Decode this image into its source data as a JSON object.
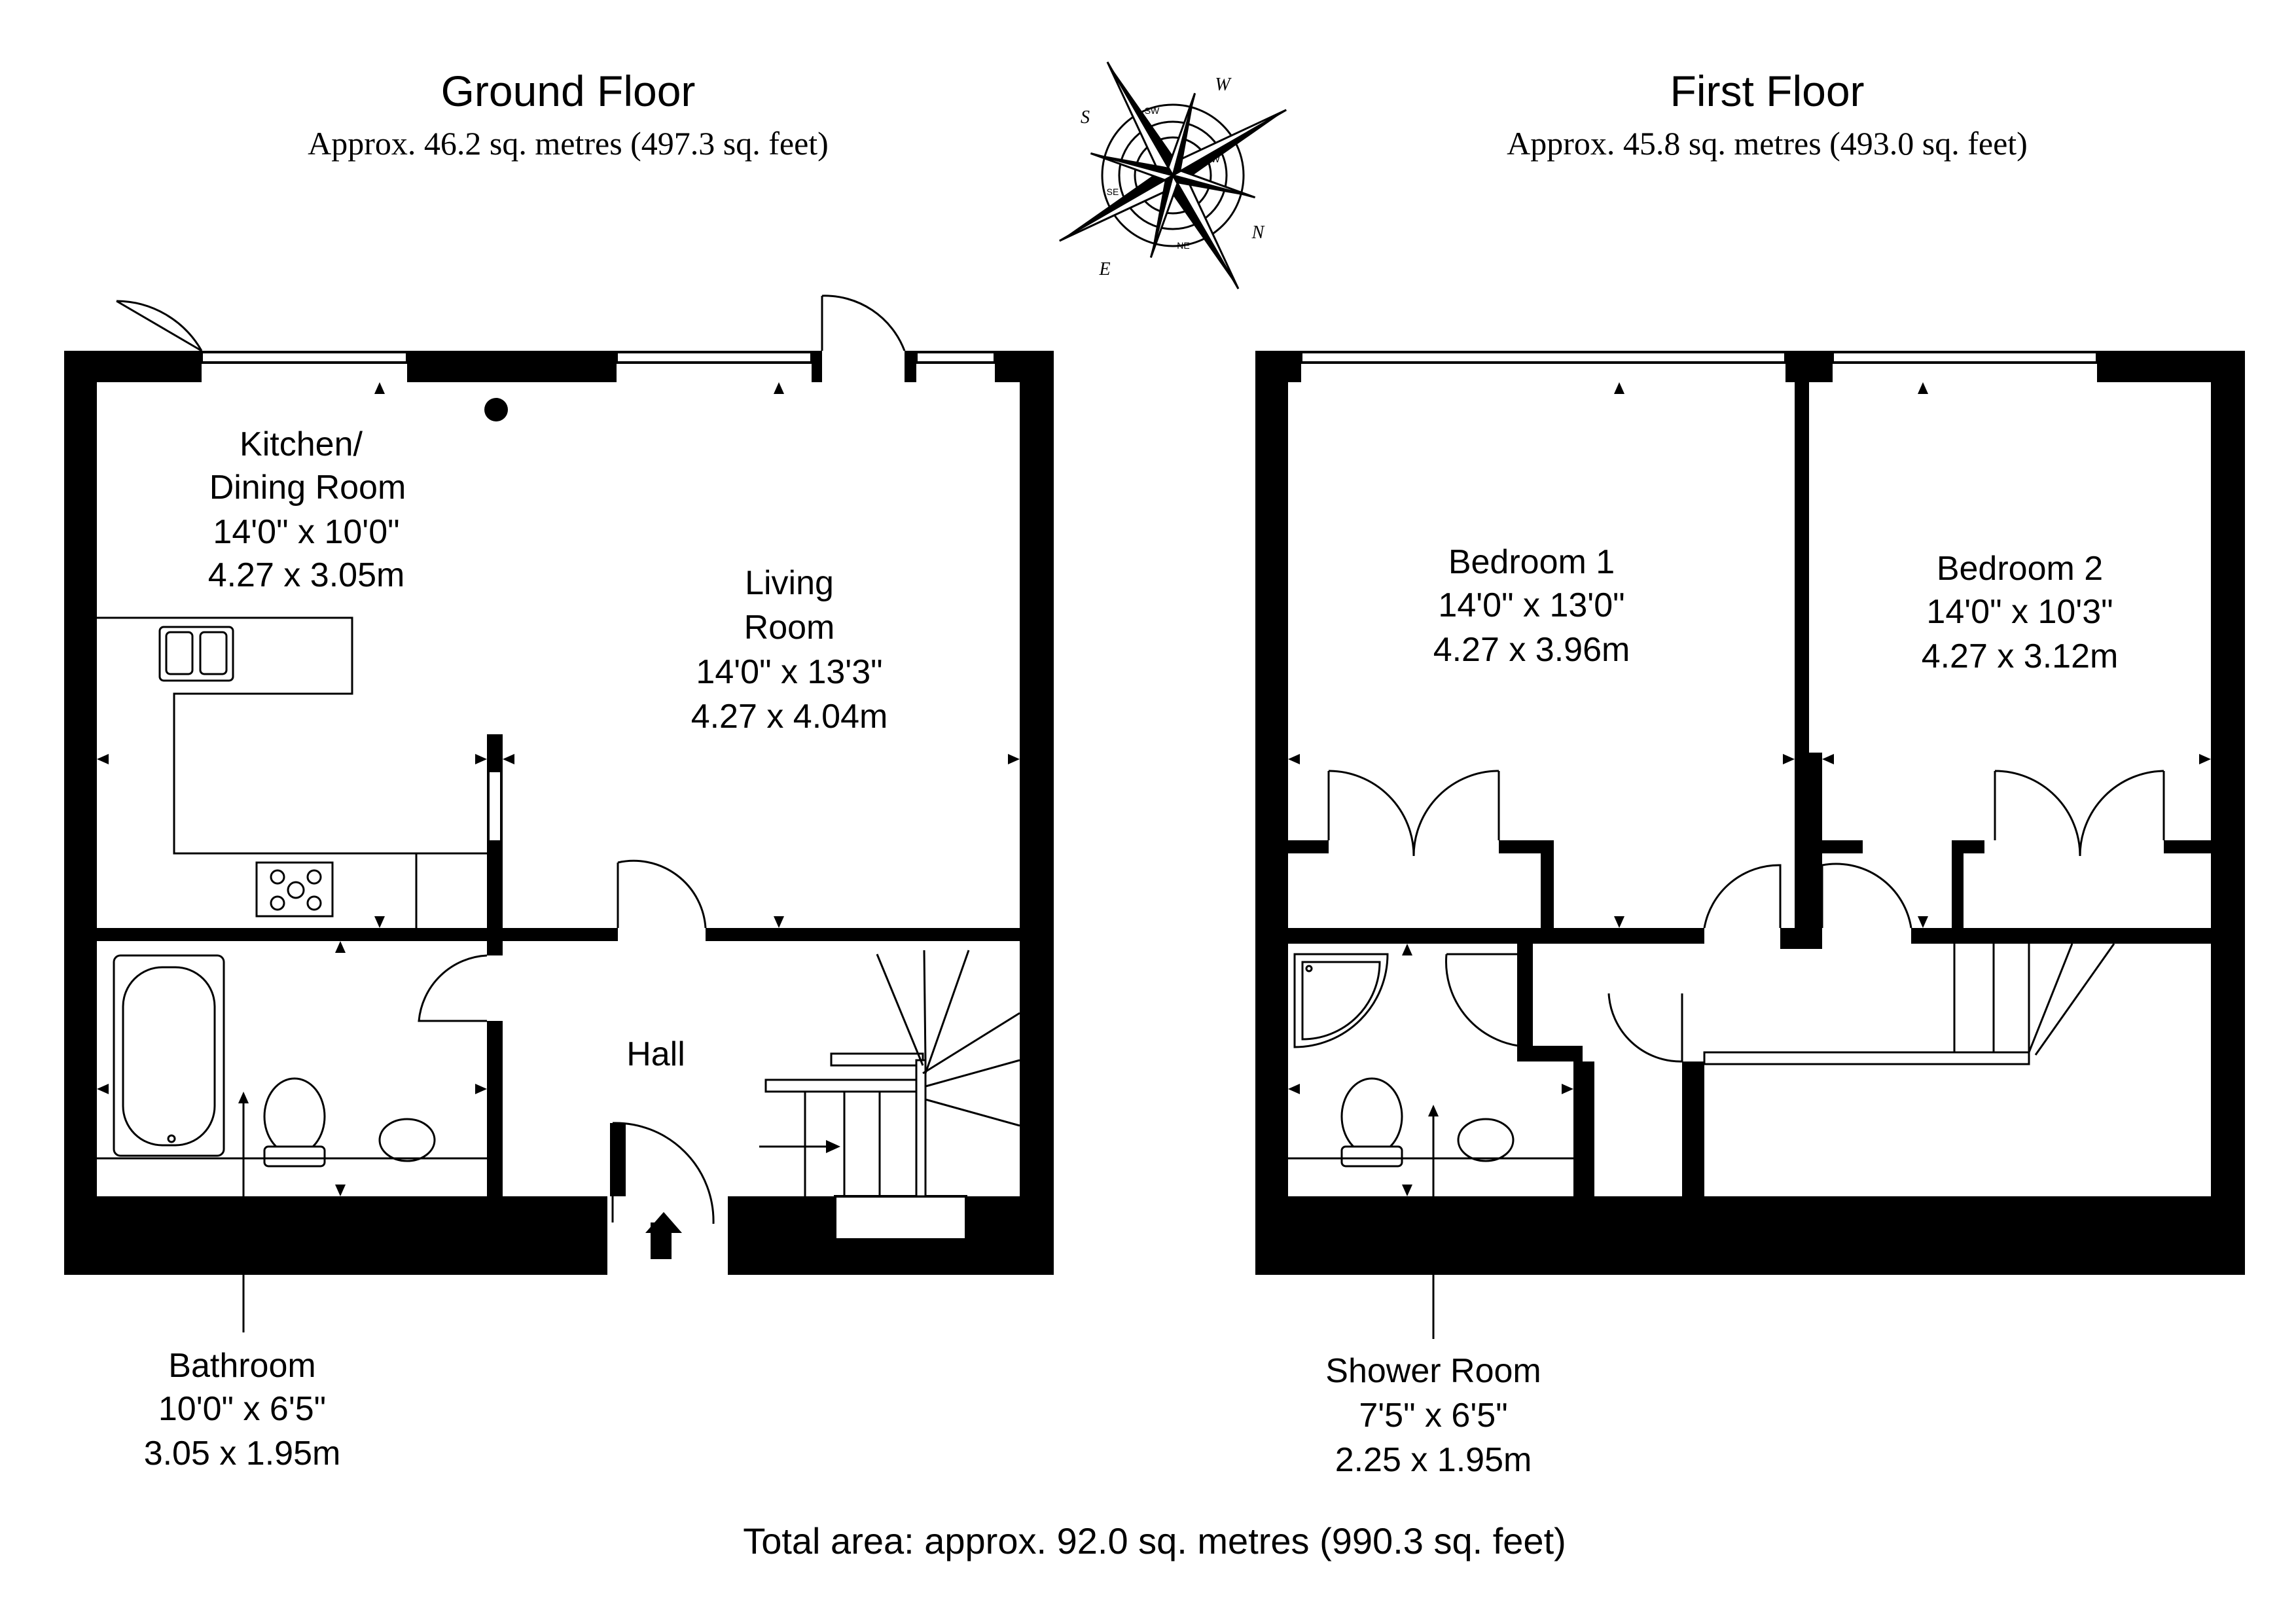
{
  "ground_floor": {
    "title": "Ground Floor",
    "area": "Approx. 46.2 sq. metres (497.3 sq. feet)",
    "rooms": {
      "kitchen": {
        "name_1": "Kitchen/",
        "name_2": "Dining Room",
        "imperial": "14'0\" x 10'0\"",
        "metric": "4.27 x 3.05m"
      },
      "living": {
        "name_1": "Living",
        "name_2": "Room",
        "imperial": "14'0\" x 13'3\"",
        "metric": "4.27 x 4.04m"
      },
      "hall": {
        "name": "Hall"
      },
      "bathroom": {
        "name": "Bathroom",
        "imperial": "10'0\" x 6'5\"",
        "metric": "3.05 x 1.95m"
      }
    }
  },
  "first_floor": {
    "title": "First Floor",
    "area": "Approx. 45.8 sq. metres (493.0 sq. feet)",
    "rooms": {
      "bedroom1": {
        "name": "Bedroom 1",
        "imperial": "14'0\" x 13'0\"",
        "metric": "4.27 x 3.96m"
      },
      "bedroom2": {
        "name": "Bedroom 2",
        "imperial": "14'0\" x 10'3\"",
        "metric": "4.27 x 3.12m"
      },
      "shower": {
        "name": "Shower Room",
        "imperial": "7'5\" x 6'5\"",
        "metric": "2.25 x 1.95m"
      }
    }
  },
  "compass": {
    "n": "N",
    "s": "S",
    "e": "E",
    "w": "W",
    "sw": "SW",
    "nw": "NW",
    "se": "SE",
    "ne": "NE"
  },
  "total_area": "Total area: approx. 92.0 sq. metres (990.3 sq. feet)"
}
